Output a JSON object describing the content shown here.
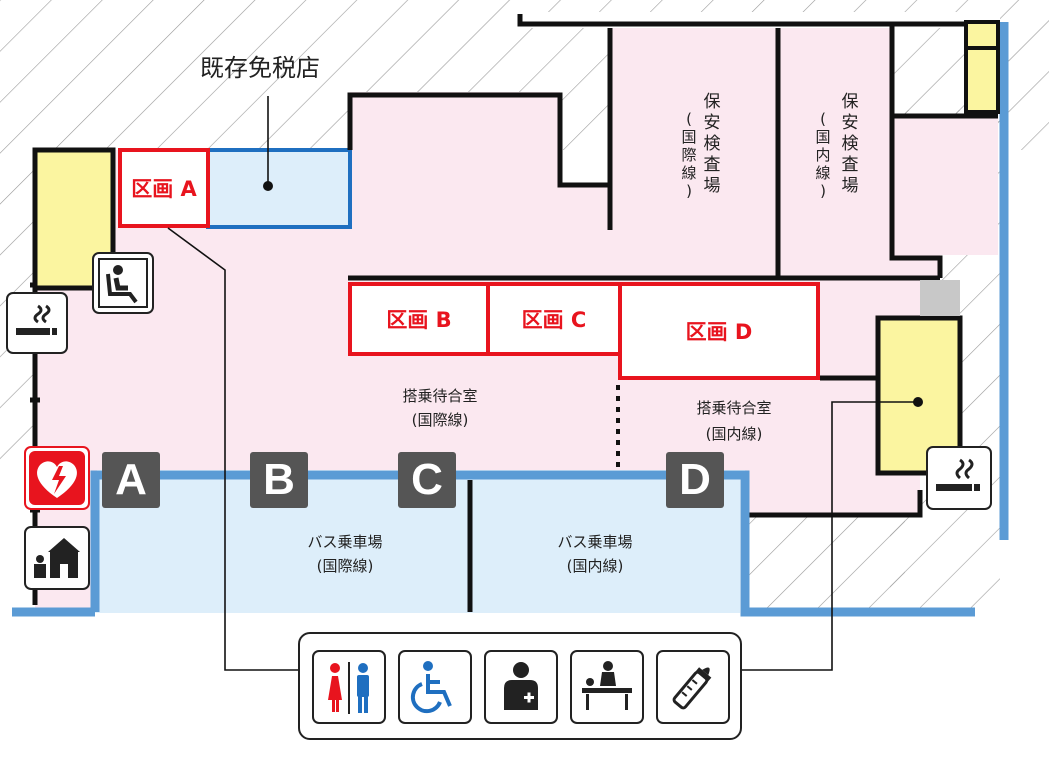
{
  "callout": {
    "duty_free": "既存免税店"
  },
  "zones": {
    "a": "区画 A",
    "b": "区画 B",
    "c": "区画 C",
    "d": "区画 D"
  },
  "areas": {
    "security_intl": "保安検査場",
    "security_intl_sub": "(国際線)",
    "security_dom": "保安検査場",
    "security_dom_sub": "(国内線)",
    "waiting_intl": "搭乗待合室",
    "waiting_intl_sub": "(国際線)",
    "waiting_dom": "搭乗待合室",
    "waiting_dom_sub": "(国内線)",
    "bus_intl": "バス乗車場",
    "bus_intl_sub": "(国際線)",
    "bus_dom": "バス乗車場",
    "bus_dom_sub": "(国内線)"
  },
  "gates": [
    "A",
    "B",
    "C",
    "D"
  ],
  "icons": {
    "smoking_left": "smoking-icon",
    "smoking_right": "smoking-icon",
    "lounge": "seat-icon",
    "aed": "aed-icon",
    "kids": "kids-room-icon",
    "restroom": "restroom-icon",
    "wheelchair": "wheelchair-icon",
    "first_aid": "first-aid-icon",
    "diaper": "diaper-change-icon",
    "nursing": "baby-bottle-icon"
  },
  "colors": {
    "zone_border": "#e8141e",
    "building_fill": "#fbe8f0",
    "bus_fill": "#ddeefa",
    "wall_blue": "#5b9bd5",
    "yellow": "#fbf5a0"
  }
}
